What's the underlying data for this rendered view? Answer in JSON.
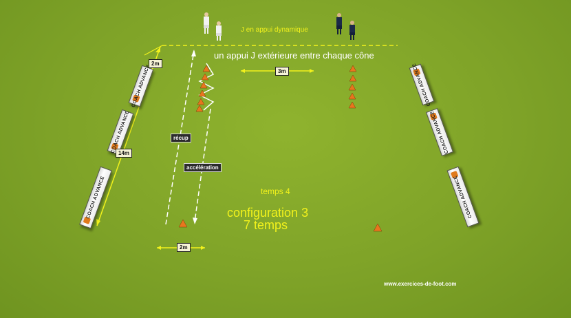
{
  "labels": {
    "support_note": "J en appui dynamique",
    "instruction": "un appui J extérieure entre chaque cône",
    "dim_3m": "3m",
    "dim_2m_top": "2m",
    "dim_14m": "14m",
    "dim_2m_bottom": "2m",
    "recup": "récup",
    "acceleration": "accélération",
    "time_step": "temps 4",
    "configuration": "configuration 3",
    "total_steps": "7 temps",
    "watermark": "www.exercices-de-foot.com"
  },
  "boards": {
    "text": "COACH ADVANCE"
  },
  "colors": {
    "grass": "#7fa328",
    "yellow": "#f2f21c",
    "cone": "#e8761e",
    "white": "#ffffff"
  }
}
